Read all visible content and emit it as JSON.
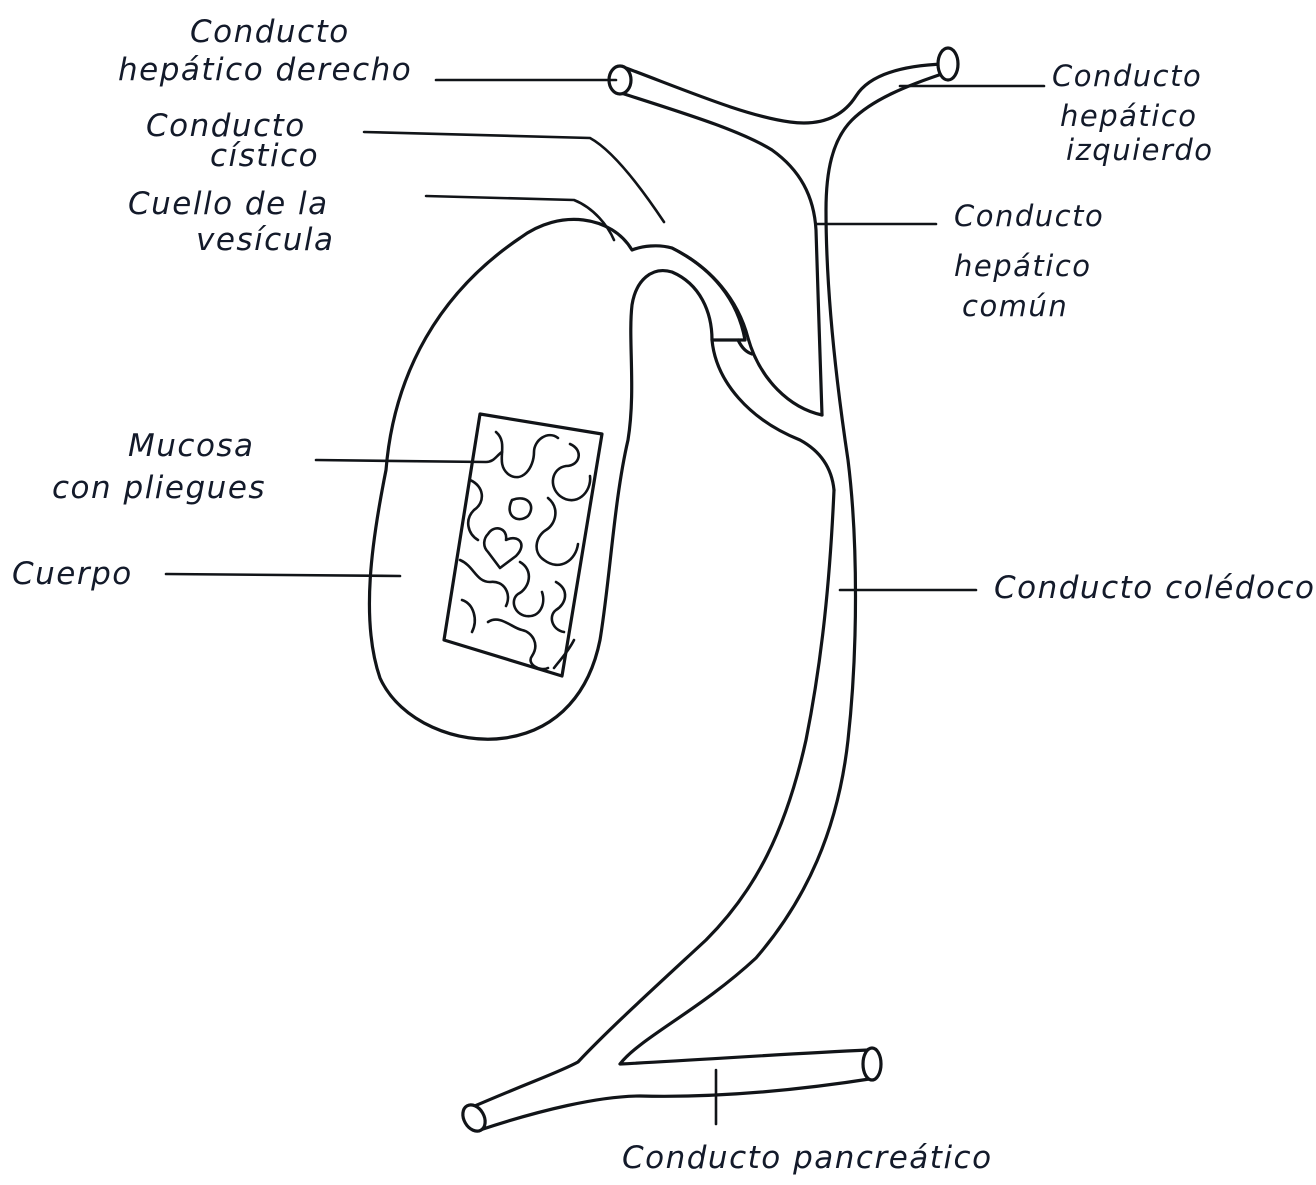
{
  "diagram": {
    "labels": {
      "right_hepatic_duct": [
        "Conducto",
        "hepático derecho"
      ],
      "cystic_duct": [
        "Conducto",
        "cístico"
      ],
      "gallbladder_neck": [
        "Cuello de la",
        "vesícula"
      ],
      "mucosa": [
        "Mucosa",
        "con pliegues"
      ],
      "body": [
        "Cuerpo"
      ],
      "left_hepatic_duct": [
        "Conducto",
        "hepático",
        "izquierdo"
      ],
      "common_hepatic_duct": [
        "Conducto",
        "hepático",
        "común"
      ],
      "common_bile_duct": [
        "Conducto colédoco"
      ],
      "pancreatic_duct": [
        "Conducto pancreático"
      ]
    },
    "colors": {
      "ink": "#111418",
      "paper": "#ffffff"
    }
  }
}
